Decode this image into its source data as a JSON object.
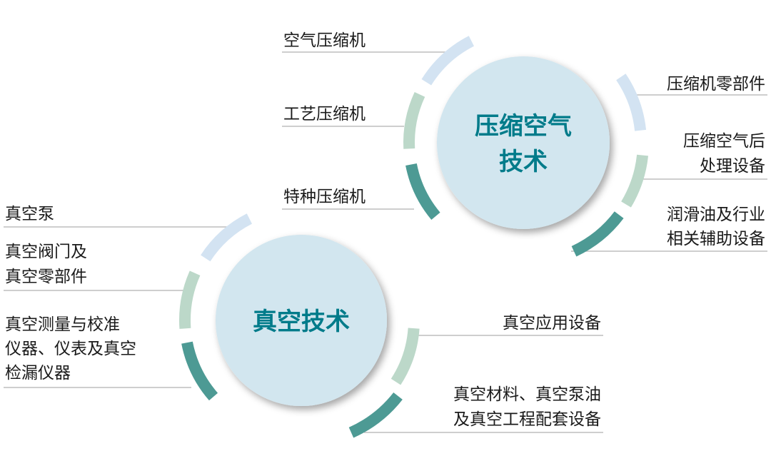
{
  "colors": {
    "hub_fill": "#d2e6ef",
    "hub_text": "#007b8a",
    "arc_light_blue": "#d3e3f2",
    "arc_light_green": "#bcd8c9",
    "arc_dark_teal": "#4d9a94"
  },
  "compressed_air": {
    "title_line1": "压缩空气",
    "title_line2": "技术",
    "left_items": [
      "空气压缩机",
      "工艺压缩机",
      "特种压缩机"
    ],
    "right_items": [
      {
        "line1": "压缩机零部件"
      },
      {
        "line1": "压缩空气后",
        "line2": "处理设备"
      },
      {
        "line1": "润滑油及行业",
        "line2": "相关辅助设备"
      }
    ]
  },
  "vacuum": {
    "title": "真空技术",
    "left_items": [
      {
        "line1": "真空泵"
      },
      {
        "line1": "真空阀门及",
        "line2": "真空零部件"
      },
      {
        "line1": "真空测量与校准",
        "line2": "仪器、仪表及真空",
        "line3": "检漏仪器"
      }
    ],
    "right_items": [
      {
        "line1": "真空应用设备"
      },
      {
        "line1": "真空材料、真空泵油",
        "line2": "及真空工程配套设备"
      }
    ]
  }
}
